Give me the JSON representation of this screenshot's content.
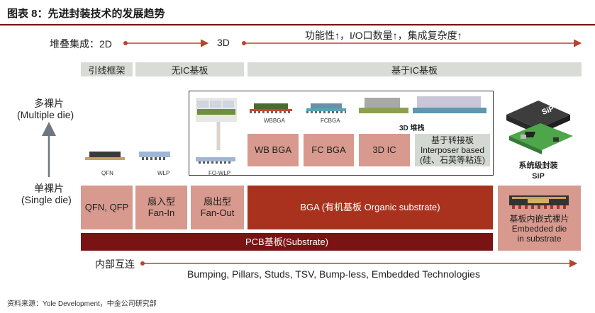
{
  "title": "图表 8：先进封装技术的发展趋势",
  "source": "资料来源：Yole Development，中金公司研究部",
  "top_axis": {
    "left_label": "堆叠集成：2D",
    "mid_label": "3D",
    "right_label": "功能性↑，I/O口数量↑，集成复杂度↑"
  },
  "categories": {
    "lead_frame": "引线框架",
    "no_ic_substrate": "无IC基板",
    "ic_substrate": "基于IC基板"
  },
  "y_axis": {
    "multi_cn": "多裸片",
    "multi_en": "(Multiple die)",
    "single_cn": "单裸片",
    "single_en": "(Single die)"
  },
  "packages": {
    "qfn_img": "QFN",
    "wlp_img": "WLP",
    "fowlp_img": "FO-WLP",
    "wbbga_img": "WBBGA",
    "fcbga_img": "FCBGA",
    "stack_3d": "3D 堆栈",
    "wb_bga": "WB BGA",
    "fc_bga": "FC BGA",
    "ic_3d": "3D IC",
    "interposer": "基于转接板\nInterposer based\n(硅、石英等粘连)",
    "sip_chip": "SiP",
    "sip_label": "系统级封装\nSiP"
  },
  "single_row": {
    "qfn_qfp": "QFN, QFP",
    "fan_in": "扇入型\nFan-In",
    "fan_out": "扇出型\nFan-Out",
    "bga": "BGA (有机基板 Organic substrate)",
    "embedded": "基板内嵌式裸片\nEmbedded die\nin substrate"
  },
  "pcb": "PCB基板(Substrate)",
  "bottom_axis": {
    "label": "内部互连",
    "technologies": "Bumping, Pillars, Studs, TSV, Bump-less, Embedded Technologies"
  },
  "colors": {
    "title_rule": "#7a1010",
    "box_pink": "#d89a8e",
    "box_red": "#a8321e",
    "box_dark": "#7a1414",
    "category_gray": "#d9dcd6",
    "arrow": "#b8432c"
  }
}
